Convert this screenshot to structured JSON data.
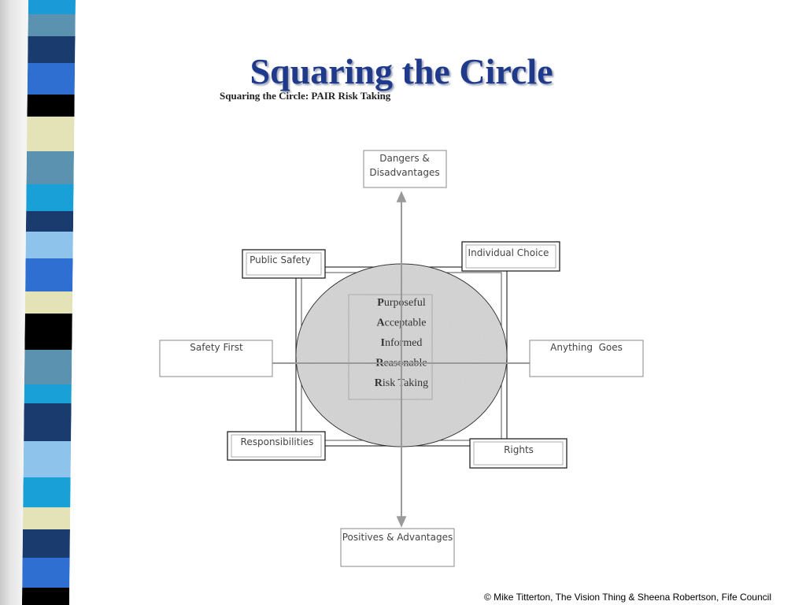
{
  "slide": {
    "title": "Squaring the Circle",
    "footer": "© Mike Titterton, The Vision Thing & Sheena Robertson, Fife Council"
  },
  "diagram": {
    "heading": "Squaring the Circle: PAIR Risk Taking",
    "top_box": [
      "Dangers &",
      "Disadvantages"
    ],
    "bottom_box": "Positives & Advantages",
    "left_box": "Safety First",
    "right_box": "Anything  Goes",
    "corner_top_left": "Public Safety",
    "corner_top_right": "Individual Choice",
    "corner_bottom_left": "Responsibilities",
    "corner_bottom_right": "Rights",
    "center_lines": [
      {
        "initial": "P",
        "rest": "urposeful"
      },
      {
        "initial": "A",
        "rest": "cceptable"
      },
      {
        "initial": "I",
        "rest": "nformed"
      },
      {
        "initial": "R",
        "rest": "easonable"
      },
      {
        "initial": "R",
        "rest": "isk Taking"
      }
    ]
  },
  "colors": {
    "title": "#1f3a8a",
    "stripes": [
      "#1a9ad6",
      "#5b92b0",
      "#1a3b6e",
      "#2e6fd1",
      "#000000",
      "#e4e3b8",
      "#5b92b0",
      "#19a0d6",
      "#1a3b6e",
      "#8ec4ec",
      "#2e6fd1",
      "#e4e3b8",
      "#000000",
      "#5b92b0",
      "#19a0d6",
      "#1a3b6e",
      "#8ec4ec",
      "#19a0d6",
      "#e4e3b8",
      "#1a3b6e",
      "#2e6fd1",
      "#000000"
    ]
  }
}
